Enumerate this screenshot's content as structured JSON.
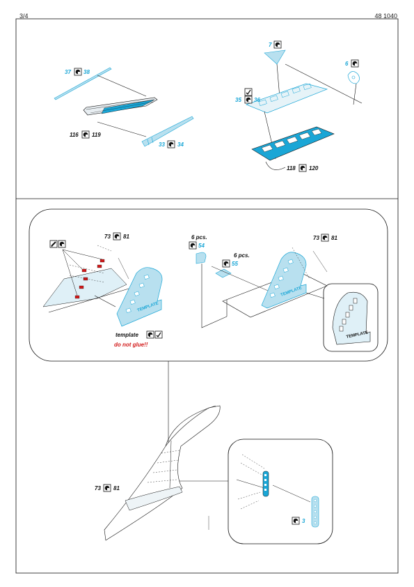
{
  "header": {
    "page_number": "3/4",
    "catalog_number": "48 1040"
  },
  "panel_top": {
    "callouts": {
      "p37": "37",
      "p38": "38",
      "p116": "116",
      "p119": "119",
      "p33": "33",
      "p34": "34",
      "p7": "7",
      "p6": "6",
      "p35": "35",
      "p36": "36",
      "p118": "118",
      "p120": "120"
    }
  },
  "panel_middle": {
    "callouts": {
      "p73a": "73",
      "p81a": "81",
      "p73b": "73",
      "p81b": "81",
      "p54": "54",
      "p55": "55"
    },
    "qty_54": "6 pcs.",
    "qty_55": "6 pcs.",
    "template_label": "template",
    "template_embossed": "TEMPLATE",
    "do_not_glue": "do not glue!!"
  },
  "panel_bottom": {
    "callouts": {
      "p73": "73",
      "p81": "81",
      "p3": "3"
    }
  },
  "colors": {
    "part_fill": "#b8e0ef",
    "part_blue": "#1aa6d6",
    "red_part": "#d21a1a",
    "line": "#111111"
  },
  "icons": [
    "etch-part-icon",
    "paint-brush-icon",
    "fold-icon"
  ]
}
